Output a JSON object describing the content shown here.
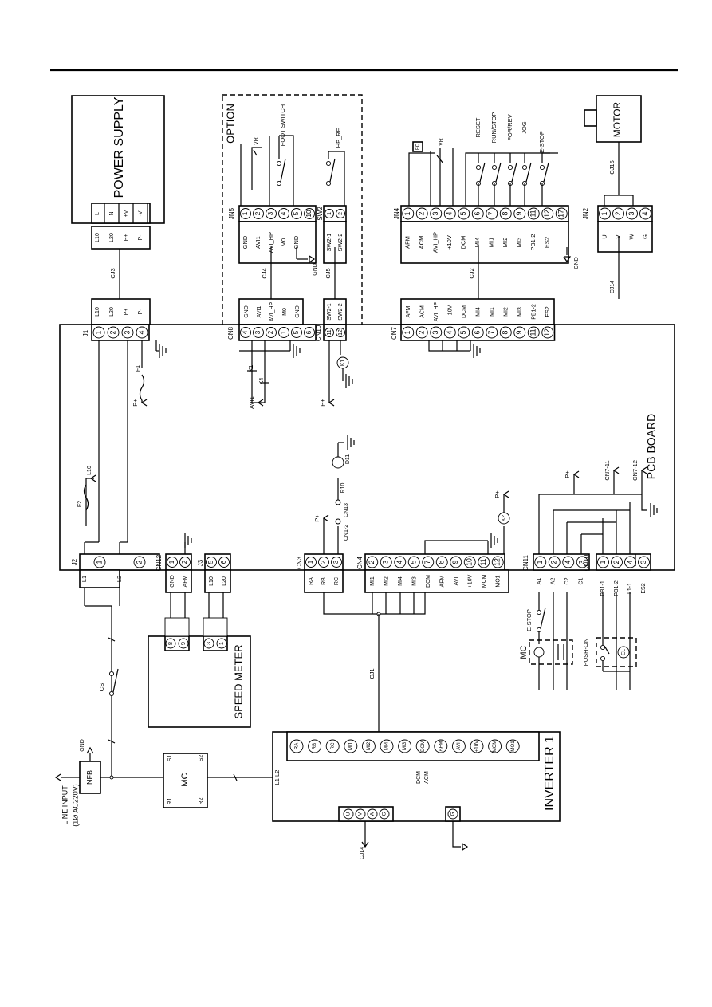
{
  "power_supply": {
    "title": "POWER SUPPLY",
    "pins": [
      "L",
      "N",
      "+V",
      "-V"
    ],
    "wire_labels": [
      "L10",
      "L20",
      "P+",
      "P-"
    ]
  },
  "option": {
    "title": "OPTION",
    "vr": "VR",
    "foot_switch": "FOOT SWITCH",
    "hp_rf": "HP_RF",
    "jn5": {
      "name": "JN5",
      "pins": [
        "1",
        "2",
        "3",
        "4",
        "5",
        "10"
      ],
      "labels": [
        "GND",
        "AVI1",
        "AVI_HP",
        "M0",
        "GND"
      ]
    },
    "sw2": {
      "name": "SW2",
      "pins": [
        "1",
        "2"
      ],
      "labels": [
        "SW2-1",
        "SW2-2"
      ]
    },
    "gnd": "GND",
    "cn8": {
      "name": "CN8",
      "pins": [
        "4",
        "3",
        "2",
        "1",
        "5",
        "6"
      ],
      "labels": [
        "GND",
        "AVI1",
        "AVI_HP",
        "M0",
        "GND"
      ]
    },
    "cn10": {
      "name": "CN10",
      "pins": [
        "11",
        "12"
      ],
      "labels": [
        "SW2-1",
        "SW2-2"
      ]
    },
    "cable_cj4": "CJ4",
    "cable_cj5": "CJ5",
    "k1": "K1",
    "k4": "K4",
    "avi1": "AVI1"
  },
  "jn4": {
    "name": "JN4",
    "pins": [
      "1",
      "2",
      "3",
      "4",
      "5",
      "6",
      "7",
      "8",
      "9",
      "11",
      "12",
      "17"
    ],
    "labels": [
      "AFM",
      "ACM",
      "AVI_HP",
      "+10V",
      "DCM",
      "MI4",
      "MI1",
      "MI2",
      "MI3",
      "PB1-2",
      "ES2"
    ],
    "switches": [
      "RESET",
      "RUN/STOP",
      "FOR/REV",
      "JOG",
      "E-STOP"
    ],
    "vr": "VR",
    "fc": "FC",
    "gnd": "GND"
  },
  "cn7": {
    "name": "CN7",
    "pins": [
      "1",
      "2",
      "3",
      "4",
      "5",
      "6",
      "7",
      "8",
      "9",
      "11",
      "12"
    ],
    "labels": [
      "AFM",
      "ACM",
      "AVI_HP",
      "+10V",
      "DCM",
      "MI4",
      "MI1",
      "MI2",
      "MI3",
      "PB1-2",
      "ES2"
    ],
    "cable": "CJ2"
  },
  "motor": {
    "title": "MOTOR",
    "cable": "CJ15"
  },
  "jn2": {
    "name": "JN2",
    "pins": [
      "1",
      "2",
      "3",
      "4"
    ],
    "labels": [
      "U",
      "V",
      "W",
      "G"
    ],
    "cable": "CJ14"
  },
  "pcb": {
    "title": "PCB BOARD"
  },
  "j1": {
    "name": "J1",
    "pins": [
      "1",
      "2",
      "3",
      "4"
    ],
    "labels": [
      "L10",
      "L20",
      "P+",
      "P-"
    ],
    "fuse": "F1",
    "pplus": "P+"
  },
  "cj3": "CJ3",
  "j2": {
    "name": "J2",
    "pins": [
      "1",
      "2"
    ],
    "labels": [
      "L1",
      "L2"
    ],
    "fuse": "F2",
    "l10": "L10"
  },
  "cn12": {
    "name": "CN12",
    "pins": [
      "1",
      "2"
    ],
    "labels": [
      "GND",
      "AFM"
    ]
  },
  "j3": {
    "name": "J3",
    "pins": [
      "5",
      "6"
    ],
    "labels": [
      "L10",
      "L20"
    ]
  },
  "cn3": {
    "name": "CN3",
    "pins": [
      "1",
      "2",
      "3"
    ],
    "labels": [
      "RA",
      "RB",
      "RC"
    ],
    "pplus": "P+",
    "cn13": "CN13",
    "cn1_2": "CN1-2",
    "r10": "R10",
    "d11": "D11"
  },
  "cn4": {
    "name": "CN4",
    "pins": [
      "2",
      "3",
      "4",
      "5",
      "7",
      "8",
      "9",
      "10",
      "11",
      "12"
    ],
    "labels": [
      "MI1",
      "MI2",
      "MI4",
      "MI3",
      "DCM",
      "AFM",
      "AVI",
      "+10V",
      "MCM",
      "MO1"
    ],
    "k2": "K2",
    "pplus": "P+"
  },
  "cn11": {
    "name": "CN11",
    "pins": [
      "1",
      "2",
      "4",
      "3"
    ],
    "labels": [
      "A1",
      "A2",
      "C2",
      "C1"
    ]
  },
  "cn10b": {
    "name": "CN10",
    "pins": [
      "1",
      "2",
      "4",
      "3"
    ],
    "labels": [
      "PB1-1",
      "PB1-2",
      "L1-1",
      "ES2"
    ]
  },
  "right_refs": {
    "pplus": "P+",
    "cn7_11": "CN7-11",
    "cn7_12": "CN7-12"
  },
  "speed_meter": {
    "title": "SPEED METER",
    "pins": [
      "8",
      "9",
      "3",
      "1"
    ],
    "labels": [
      "GND",
      "AFM",
      "L10",
      "L20"
    ]
  },
  "estop": "E-STOP",
  "mc_coil": "MC",
  "push_on": "PUSH-ON",
  "el": "EL",
  "cable_cj1": "CJ1",
  "cs": "CS",
  "nfb": "NFB",
  "gnd": "GND",
  "line_input": "LINE INPUT",
  "line_input_spec": "(1Ø AC220V)",
  "mc_contactor": {
    "title": "MC",
    "pins": [
      "R1",
      "S1",
      "R2",
      "S2"
    ]
  },
  "inverter": {
    "title": "INVERTER 1",
    "power_in": [
      "L1",
      "L2"
    ],
    "terminals": [
      "RA",
      "RB",
      "RC",
      "MI1",
      "MI2",
      "MI4",
      "MI3",
      "DCM",
      "AFM",
      "AVI",
      "+10V",
      "MCM",
      "MO1"
    ],
    "output": [
      "U",
      "V",
      "W",
      "G"
    ],
    "ground": "G",
    "dcm_acm": "DCM\nACM",
    "cj14": "CJ14"
  }
}
